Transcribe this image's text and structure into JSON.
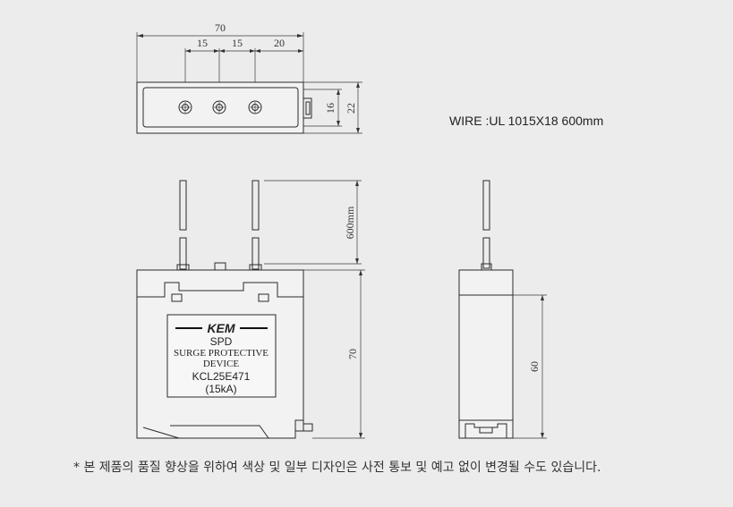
{
  "top_view": {
    "dims": {
      "overall": "70",
      "pitch_1": "15",
      "pitch_2": "15",
      "pitch_3": "20",
      "height_inner": "16",
      "height_outer": "22"
    }
  },
  "wire_spec": "WIRE :UL 1015X18  600mm",
  "front_view": {
    "wire_length": "600mm",
    "height": "70",
    "label": {
      "brand": "KEM",
      "line1": "SPD",
      "line2": "SURGE PROTECTIVE",
      "line3": "DEVICE",
      "model": "KCL25E471",
      "rating": "(15kA)"
    }
  },
  "side_view": {
    "height": "60"
  },
  "footnote": "* 본 제품의 품질 향상을 위하여 색상 및 일부 디자인은 사전 통보 및 예고 없이 변경될 수도 있습니다."
}
